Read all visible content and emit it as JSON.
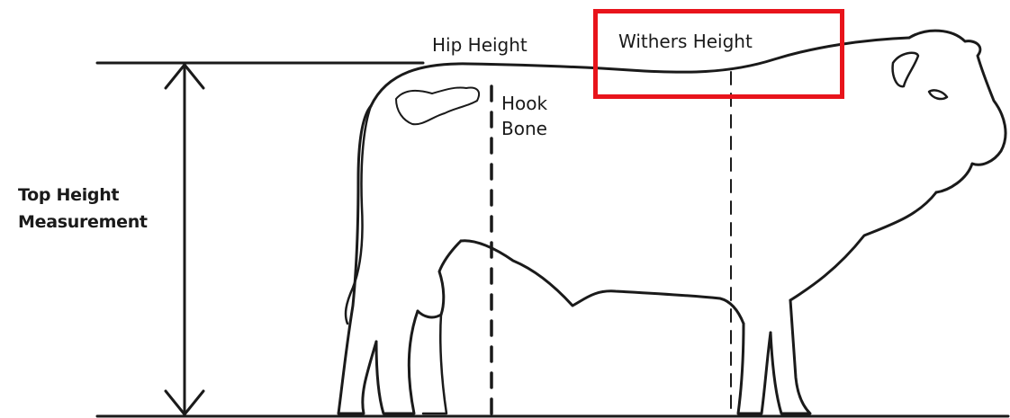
{
  "labels": {
    "hip_height": "Hip Height",
    "withers_height": "Withers Height",
    "hook_bone_line1": "Hook",
    "hook_bone_line2": "Bone",
    "top_height_line1": "Top Height",
    "top_height_line2": "Measurement"
  },
  "colors": {
    "highlight": "#e8141b",
    "ink": "#1a1a1a"
  }
}
